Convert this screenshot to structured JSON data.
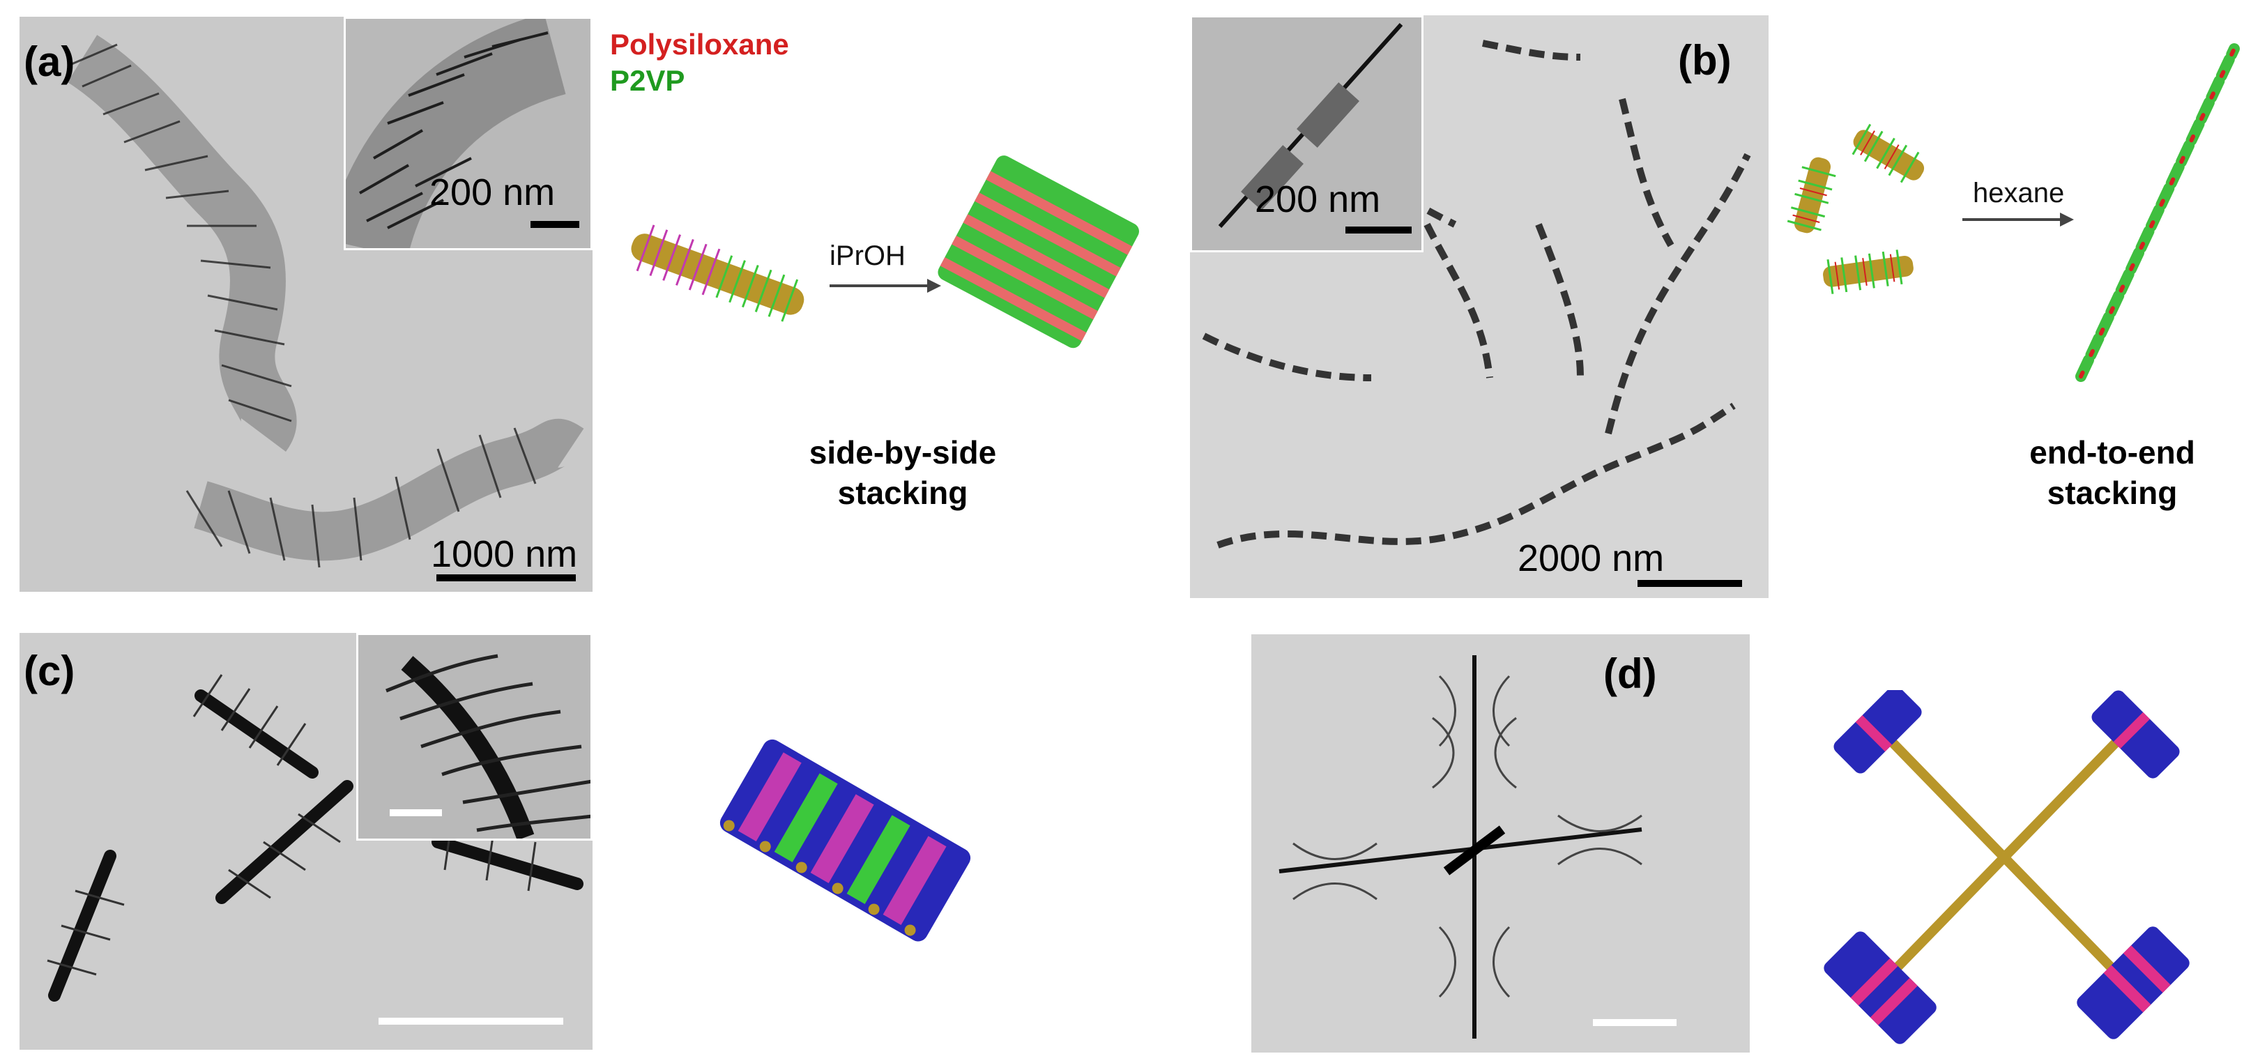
{
  "panels": {
    "a": {
      "label": "(a)",
      "scale_main": "1000 nm",
      "scale_inset": "200 nm"
    },
    "b": {
      "label": "(b)",
      "scale_main": "2000 nm",
      "scale_inset": "200 nm"
    },
    "c": {
      "label": "(c)"
    },
    "d": {
      "label": "(d)"
    }
  },
  "legend": {
    "polysiloxane": "Polysiloxane",
    "p2vp": "P2VP",
    "polysiloxane_color": "#d42020",
    "p2vp_color": "#1f9a1f"
  },
  "schematics": {
    "a": {
      "arrow_label": "iPrOH",
      "caption_line1": "side-by-side",
      "caption_line2": "stacking"
    },
    "b": {
      "arrow_label": "hexane",
      "caption_line1": "end-to-end",
      "caption_line2": "stacking"
    }
  },
  "colors": {
    "tem_background": "#c9c9c9",
    "micelle_blue": "#2828b8",
    "micelle_magenta": "#c23ab0",
    "micelle_green": "#3cc83c",
    "core_gold": "#b8962a",
    "rod_green": "#3fbf3f",
    "rod_pink": "#e86a6a"
  }
}
